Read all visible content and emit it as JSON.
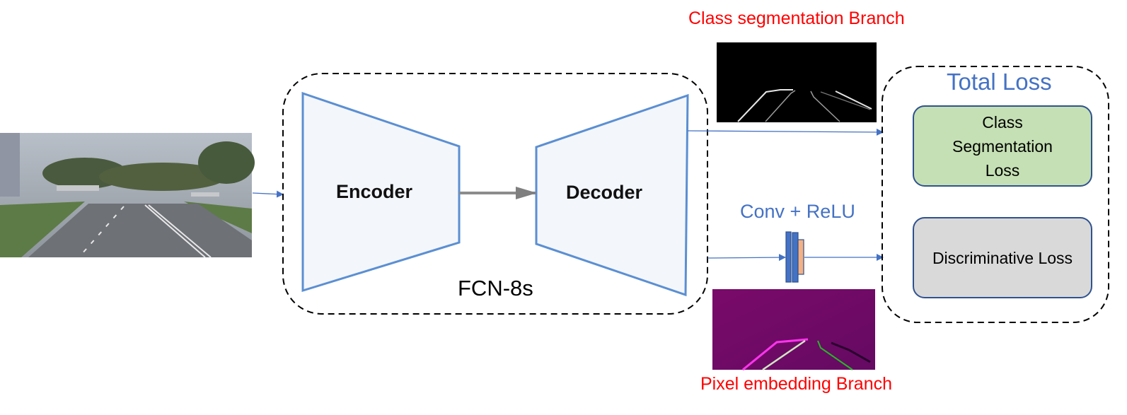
{
  "input": {
    "image_desc": "road scene input image"
  },
  "fcn": {
    "label": "FCN-8s",
    "encoder_label": "Encoder",
    "decoder_label": "Decoder"
  },
  "branches": {
    "class_seg": {
      "title": "Class segmentation Branch",
      "image_desc": "binary lane segmentation output"
    },
    "pixel_emb": {
      "title": "Pixel embedding Branch",
      "image_desc": "pixel embedding visualization"
    },
    "conv_label": "Conv + ReLU"
  },
  "loss": {
    "title": "Total Loss",
    "class_seg_loss": "Class Segmentation Loss",
    "discriminative_loss": "Discriminative Loss"
  },
  "colors": {
    "accent_blue": "#4472c4",
    "branch_red": "#ff0000",
    "green_box": "#c5e0b4",
    "gray_box": "#d9d9d9",
    "conv_orange": "#f4b183"
  }
}
